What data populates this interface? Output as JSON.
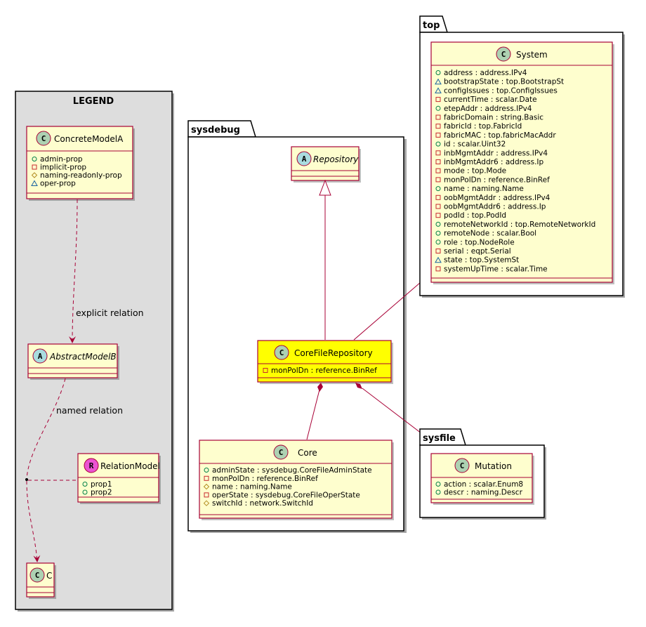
{
  "legend": {
    "title": "LEGEND",
    "concrete_model": {
      "name": "ConcreteModelA",
      "attrs": [
        {
          "vis": "+",
          "text": "admin-prop"
        },
        {
          "vis": "-",
          "text": "implicit-prop"
        },
        {
          "vis": "#",
          "text": "naming-readonly-prop"
        },
        {
          "vis": "~",
          "text": "oper-prop"
        }
      ]
    },
    "abstract_model": {
      "name": "AbstractModelB"
    },
    "relation_model": {
      "name": "RelationModel",
      "attrs": [
        {
          "vis": "+",
          "text": "prop1"
        },
        {
          "vis": "+",
          "text": "prop2"
        }
      ]
    },
    "target_model": {
      "name": "C"
    },
    "explicit_relation_label": "explicit relation",
    "named_relation_label": "named relation"
  },
  "sysdebug": {
    "title": "sysdebug",
    "repository": {
      "name": "Repository"
    },
    "core_file_repository": {
      "name": "CoreFileRepository",
      "attrs": [
        {
          "vis": "-",
          "text": "monPolDn : reference.BinRef"
        }
      ]
    },
    "core": {
      "name": "Core",
      "attrs": [
        {
          "vis": "+",
          "text": "adminState : sysdebug.CoreFileAdminState"
        },
        {
          "vis": "-",
          "text": "monPolDn : reference.BinRef"
        },
        {
          "vis": "#",
          "text": "name : naming.Name"
        },
        {
          "vis": "-",
          "text": "operState : sysdebug.CoreFileOperState"
        },
        {
          "vis": "#",
          "text": "switchId : network.SwitchId"
        }
      ]
    }
  },
  "top": {
    "title": "top",
    "system": {
      "name": "System",
      "attrs": [
        {
          "vis": "+",
          "text": "address : address.IPv4"
        },
        {
          "vis": "~",
          "text": "bootstrapState : top.BootstrapSt"
        },
        {
          "vis": "~",
          "text": "configIssues : top.ConfigIssues"
        },
        {
          "vis": "-",
          "text": "currentTime : scalar.Date"
        },
        {
          "vis": "+",
          "text": "etepAddr : address.IPv4"
        },
        {
          "vis": "-",
          "text": "fabricDomain : string.Basic"
        },
        {
          "vis": "-",
          "text": "fabricId : top.FabricId"
        },
        {
          "vis": "-",
          "text": "fabricMAC : top.fabricMacAddr"
        },
        {
          "vis": "+",
          "text": "id : scalar.Uint32"
        },
        {
          "vis": "-",
          "text": "inbMgmtAddr : address.IPv4"
        },
        {
          "vis": "-",
          "text": "inbMgmtAddr6 : address.Ip"
        },
        {
          "vis": "-",
          "text": "mode : top.Mode"
        },
        {
          "vis": "-",
          "text": "monPolDn : reference.BinRef"
        },
        {
          "vis": "+",
          "text": "name : naming.Name"
        },
        {
          "vis": "-",
          "text": "oobMgmtAddr : address.IPv4"
        },
        {
          "vis": "-",
          "text": "oobMgmtAddr6 : address.Ip"
        },
        {
          "vis": "-",
          "text": "podId : top.PodId"
        },
        {
          "vis": "+",
          "text": "remoteNetworkId : top.RemoteNetworkId"
        },
        {
          "vis": "+",
          "text": "remoteNode : scalar.Bool"
        },
        {
          "vis": "+",
          "text": "role : top.NodeRole"
        },
        {
          "vis": "-",
          "text": "serial : eqpt.Serial"
        },
        {
          "vis": "~",
          "text": "state : top.SystemSt"
        },
        {
          "vis": "-",
          "text": "systemUpTime : scalar.Time"
        }
      ]
    }
  },
  "sysfile": {
    "title": "sysfile",
    "mutation": {
      "name": "Mutation",
      "attrs": [
        {
          "vis": "+",
          "text": "action : scalar.Enum8"
        },
        {
          "vis": "+",
          "text": "descr : naming.Descr"
        }
      ]
    }
  },
  "stereotype_letters": {
    "class": "C",
    "abstract": "A",
    "relation": "R"
  },
  "colors": {
    "class_fill": "#fefece",
    "class_border": "#a80036",
    "highlight_fill": "#ffff00",
    "legend_fill": "#dddddd",
    "class_circle": "#add1b2",
    "abstract_circle": "#a9dcdf",
    "relation_circle": "#eb54d2"
  }
}
